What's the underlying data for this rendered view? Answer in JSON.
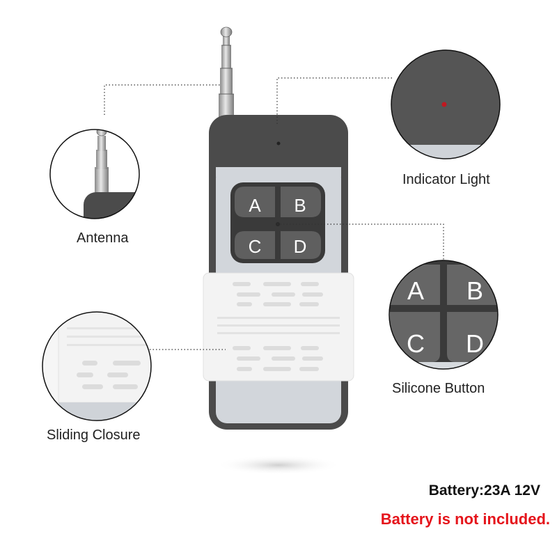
{
  "buttons": {
    "a": "A",
    "b": "B",
    "c": "C",
    "d": "D"
  },
  "callouts": {
    "antenna": "Antenna",
    "indicator": "Indicator Light",
    "silicone": "Silicone Button",
    "closure": "Sliding Closure"
  },
  "battery": "Battery:23A  12V",
  "warning": "Battery is not included.",
  "colors": {
    "body_dark": "#4b4b4b",
    "face_light": "#d2d6db",
    "button": "#5f5f5f",
    "closure": "#f3f3f3",
    "led": "#c01820",
    "warning": "#e5141b"
  }
}
